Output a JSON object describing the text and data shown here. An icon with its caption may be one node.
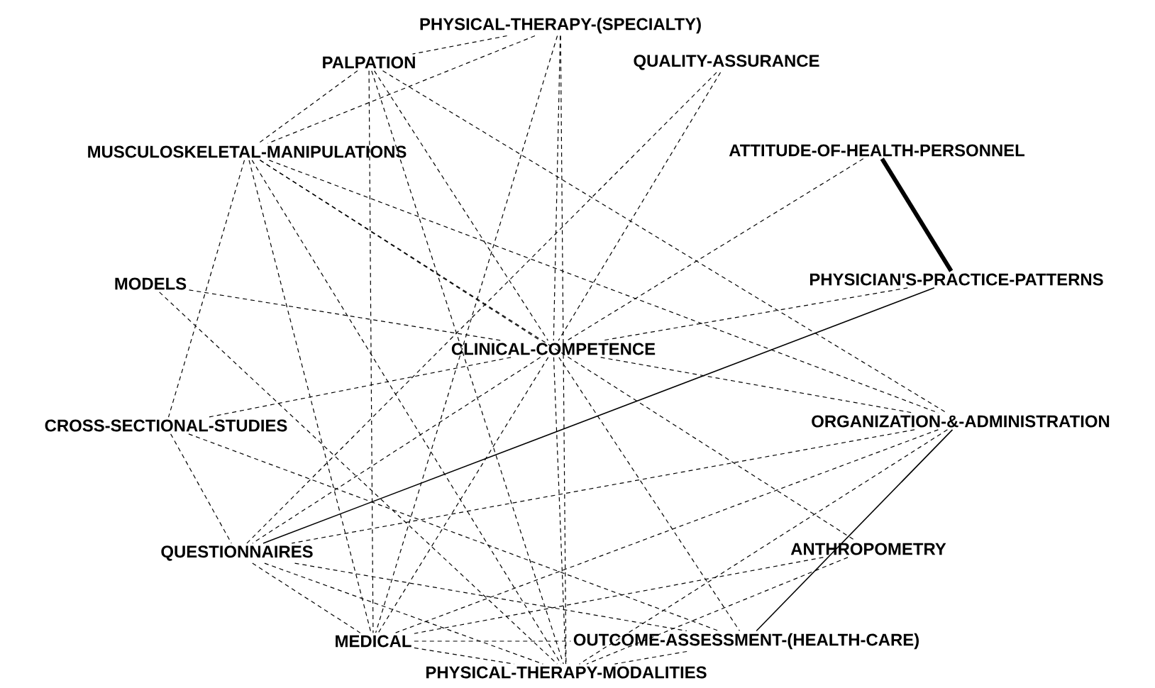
{
  "diagram": {
    "nodes": [
      {
        "text": [
          "PHYSICAL-THERAPY-(SPECIALTY)"
        ]
      },
      {
        "text": [
          "PALPATION"
        ]
      },
      {
        "text": [
          "QUALITY-ASSURANCE"
        ]
      },
      {
        "text": [
          "MUSCULOSKELETAL-MANIPULATIONS"
        ]
      },
      {
        "text": [
          "ATTITUDE-OF-HEALTH-PERSONNEL"
        ]
      },
      {
        "text": [
          "MODELS"
        ]
      },
      {
        "text": [
          "PHYSICIAN'S-PRACTICE-PATTERNS"
        ]
      },
      {
        "text": [
          "CLINICAL-COMPETENCE"
        ]
      },
      {
        "text": [
          "CROSS-SECTIONAL-STUDIES"
        ]
      },
      {
        "text": [
          "ORGANIZATION-&-ADMINISTRATION"
        ]
      },
      {
        "text": [
          "QUESTIONNAIRES"
        ]
      },
      {
        "text": [
          "ANTHROPOMETRY"
        ]
      },
      {
        "text": [
          "MEDICAL"
        ]
      },
      {
        "text": [
          "OUTCOME-ASSESSMENT-(HEALTH-CARE)"
        ]
      },
      {
        "text": [
          "PHYSICAL-THERAPY-MODALITIES"
        ]
      }
    ],
    "edges": [
      {
        "from": 0,
        "to": 1,
        "arrow": "none",
        "style": "dashed"
      },
      {
        "from": 0,
        "to": 3,
        "arrow": "none",
        "style": "dashed"
      },
      {
        "from": 0,
        "to": 7,
        "arrow": "none",
        "style": "dashed"
      },
      {
        "from": 0,
        "to": 14,
        "arrow": "none",
        "style": "dashed"
      },
      {
        "from": 0,
        "to": 12,
        "arrow": "none",
        "style": "dashed"
      },
      {
        "from": 1,
        "to": 3,
        "arrow": "none",
        "style": "dashed"
      },
      {
        "from": 1,
        "to": 12,
        "arrow": "none",
        "style": "dashed"
      },
      {
        "from": 1,
        "to": 7,
        "arrow": "none",
        "style": "dashed"
      },
      {
        "from": 1,
        "to": 9,
        "arrow": "none",
        "style": "dashed"
      },
      {
        "from": 1,
        "to": 14,
        "arrow": "none",
        "style": "dashed"
      },
      {
        "from": 2,
        "to": 7,
        "arrow": "none",
        "style": "dashed"
      },
      {
        "from": 2,
        "to": 10,
        "arrow": "none",
        "style": "dashed"
      },
      {
        "from": 3,
        "to": 8,
        "arrow": "none",
        "style": "dashed"
      },
      {
        "from": 3,
        "to": 12,
        "arrow": "none",
        "style": "dashed"
      },
      {
        "from": 3,
        "to": 9,
        "arrow": "none",
        "style": "dashed"
      },
      {
        "from": 3,
        "to": 7,
        "arrow": "none",
        "style": "dashed"
      },
      {
        "from": 3,
        "to": 14,
        "arrow": "none",
        "style": "dashed"
      },
      {
        "from": 3,
        "to": 11,
        "arrow": "none",
        "style": "dashed"
      },
      {
        "from": 4,
        "to": 7,
        "arrow": "none",
        "style": "dashed"
      },
      {
        "from": 4,
        "to": 6,
        "arrow": "none",
        "style": "thick"
      },
      {
        "from": 5,
        "to": 7,
        "arrow": "none",
        "style": "dashed"
      },
      {
        "from": 5,
        "to": 14,
        "arrow": "none",
        "style": "dashed"
      },
      {
        "from": 6,
        "to": 7,
        "arrow": "none",
        "style": "dashed"
      },
      {
        "from": 6,
        "to": 10,
        "arrow": "none"
      },
      {
        "from": 7,
        "to": 8,
        "arrow": "none",
        "style": "dashed"
      },
      {
        "from": 7,
        "to": 9,
        "arrow": "none",
        "style": "dashed"
      },
      {
        "from": 7,
        "to": 10,
        "arrow": "none",
        "style": "dashed"
      },
      {
        "from": 7,
        "to": 12,
        "arrow": "none",
        "style": "dashed"
      },
      {
        "from": 7,
        "to": 13,
        "arrow": "none",
        "style": "dashed"
      },
      {
        "from": 7,
        "to": 14,
        "arrow": "none",
        "style": "dashed"
      },
      {
        "from": 8,
        "to": 10,
        "arrow": "none",
        "style": "dashed"
      },
      {
        "from": 8,
        "to": 13,
        "arrow": "none",
        "style": "dashed"
      },
      {
        "from": 9,
        "to": 10,
        "arrow": "none",
        "style": "dashed"
      },
      {
        "from": 9,
        "to": 12,
        "arrow": "none",
        "style": "dashed"
      },
      {
        "from": 9,
        "to": 13,
        "arrow": "none"
      },
      {
        "from": 9,
        "to": 14,
        "arrow": "none",
        "style": "dashed"
      },
      {
        "from": 10,
        "to": 12,
        "arrow": "none",
        "style": "dashed"
      },
      {
        "from": 10,
        "to": 13,
        "arrow": "none",
        "style": "dashed"
      },
      {
        "from": 10,
        "to": 14,
        "arrow": "none",
        "style": "dashed"
      },
      {
        "from": 11,
        "to": 12,
        "arrow": "none",
        "style": "dashed"
      },
      {
        "from": 11,
        "to": 14,
        "arrow": "none",
        "style": "dashed"
      },
      {
        "from": 12,
        "to": 13,
        "arrow": "none",
        "style": "dashed"
      },
      {
        "from": 12,
        "to": 14,
        "arrow": "none",
        "style": "dashed"
      },
      {
        "from": 13,
        "to": 14,
        "arrow": "none",
        "style": "dashed"
      }
    ]
  }
}
